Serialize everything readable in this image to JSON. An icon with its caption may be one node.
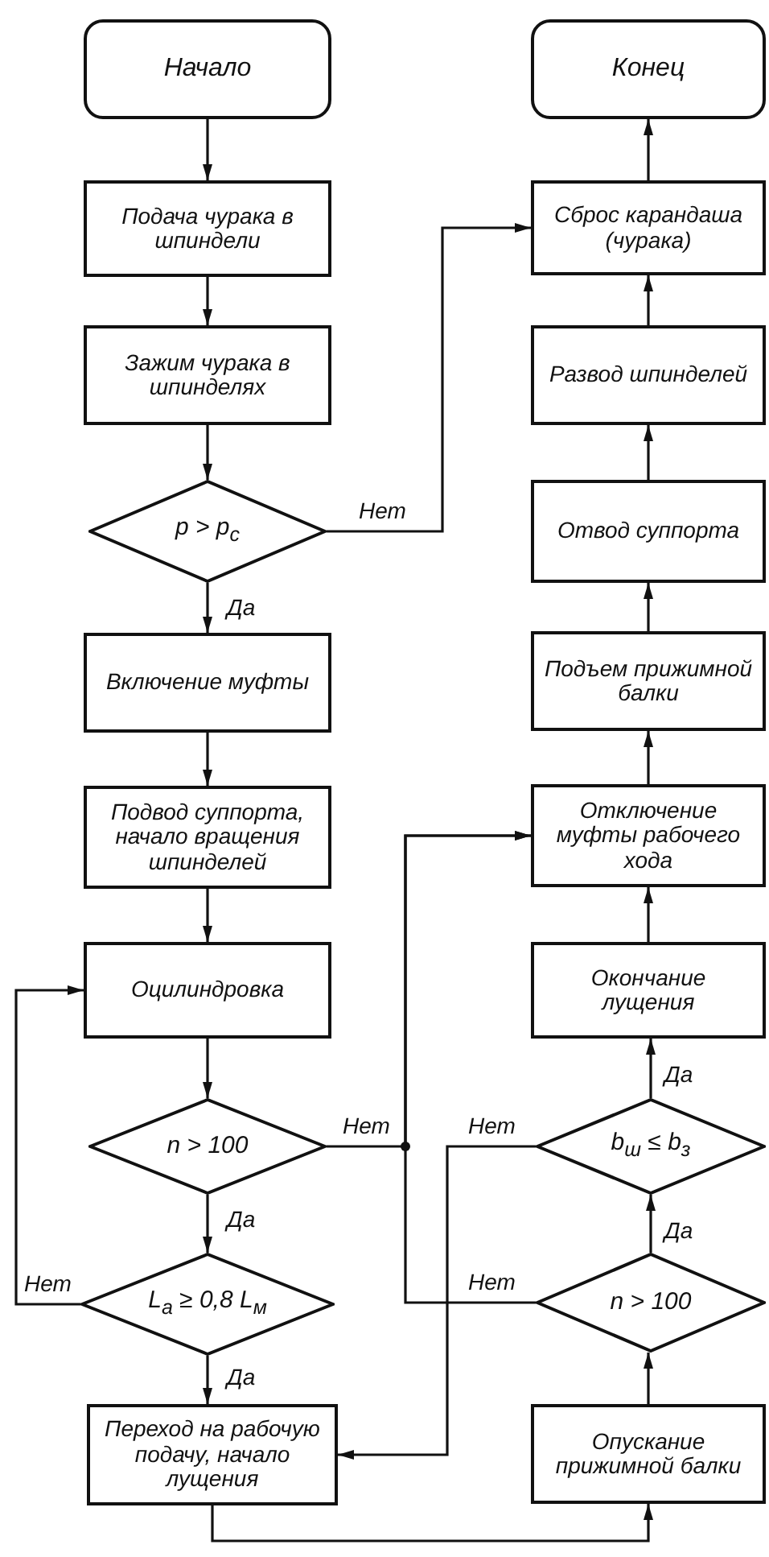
{
  "diagram": {
    "nodes": [
      {
        "text": [
          "Начало"
        ]
      },
      {
        "text": [
          "Подача чурака в шпиндели"
        ]
      },
      {
        "text": [
          "Зажим чурака в шпинделях"
        ]
      },
      {
        "text": [
          "p > p$_{c}$"
        ]
      },
      {
        "text": [
          "Включение муфты"
        ]
      },
      {
        "text": [
          "Подвод суппорта, начало вращения шпинделей"
        ]
      },
      {
        "text": [
          "Оцилиндровка"
        ]
      },
      {
        "text": [
          "n > 100"
        ]
      },
      {
        "text": [
          "L$_{a}$ ≥ 0,8 L$_{м}$"
        ]
      },
      {
        "text": [
          "Переход на рабочую подачу, начало лущения"
        ]
      },
      {
        "text": [
          "Конец"
        ]
      },
      {
        "text": [
          "Сброс карандаша (чурака)"
        ]
      },
      {
        "text": [
          "Развод шпинделей"
        ]
      },
      {
        "text": [
          "Отвод суппорта"
        ]
      },
      {
        "text": [
          "Подъем прижимной балки"
        ]
      },
      {
        "text": [
          "Отключение муфты рабочего хода"
        ]
      },
      {
        "text": [
          "Окончание лущения"
        ]
      },
      {
        "text": [
          "b$_{ш}$ ≤ b$_{з}$"
        ]
      },
      {
        "text": [
          "n > 100"
        ]
      },
      {
        "text": [
          "Опускание прижимной балки"
        ]
      }
    ],
    "edges": [
      {
        "from": 0,
        "to": 1,
        "arrow": "to"
      },
      {
        "from": 1,
        "to": 2,
        "arrow": "to"
      },
      {
        "from": 2,
        "to": 3,
        "arrow": "to"
      },
      {
        "from": 3,
        "to": 4,
        "arrow": "to",
        "label": "Да"
      },
      {
        "from": 3,
        "to": 11,
        "arrow": "to",
        "label": "Нет"
      },
      {
        "from": 4,
        "to": 5,
        "arrow": "to"
      },
      {
        "from": 5,
        "to": 6,
        "arrow": "to"
      },
      {
        "from": 6,
        "to": 7,
        "arrow": "to"
      },
      {
        "from": 7,
        "to": 8,
        "arrow": "to",
        "label": "Да"
      },
      {
        "from": 8,
        "to": 9,
        "arrow": "to",
        "label": "Да"
      },
      {
        "from": 8,
        "to": 6,
        "arrow": "to",
        "label": "Нет"
      },
      {
        "from": 7,
        "to": 15,
        "arrow": "to",
        "label": "Нет"
      },
      {
        "from": 18,
        "to": 15,
        "arrow": "to",
        "label": "Нет"
      },
      {
        "from": 17,
        "to": 9,
        "arrow": "to",
        "label": "Нет"
      },
      {
        "from": 9,
        "to": 19,
        "arrow": "to"
      },
      {
        "from": 19,
        "to": 18,
        "arrow": "to"
      },
      {
        "from": 18,
        "to": 17,
        "arrow": "to",
        "label": "Да"
      },
      {
        "from": 17,
        "to": 16,
        "arrow": "to",
        "label": "Да"
      },
      {
        "from": 16,
        "to": 15,
        "arrow": "to"
      },
      {
        "from": 15,
        "to": 14,
        "arrow": "to"
      },
      {
        "from": 14,
        "to": 13,
        "arrow": "to"
      },
      {
        "from": 13,
        "to": 12,
        "arrow": "to"
      },
      {
        "from": 12,
        "to": 11,
        "arrow": "to"
      },
      {
        "from": 11,
        "to": 10,
        "arrow": "to"
      }
    ]
  }
}
